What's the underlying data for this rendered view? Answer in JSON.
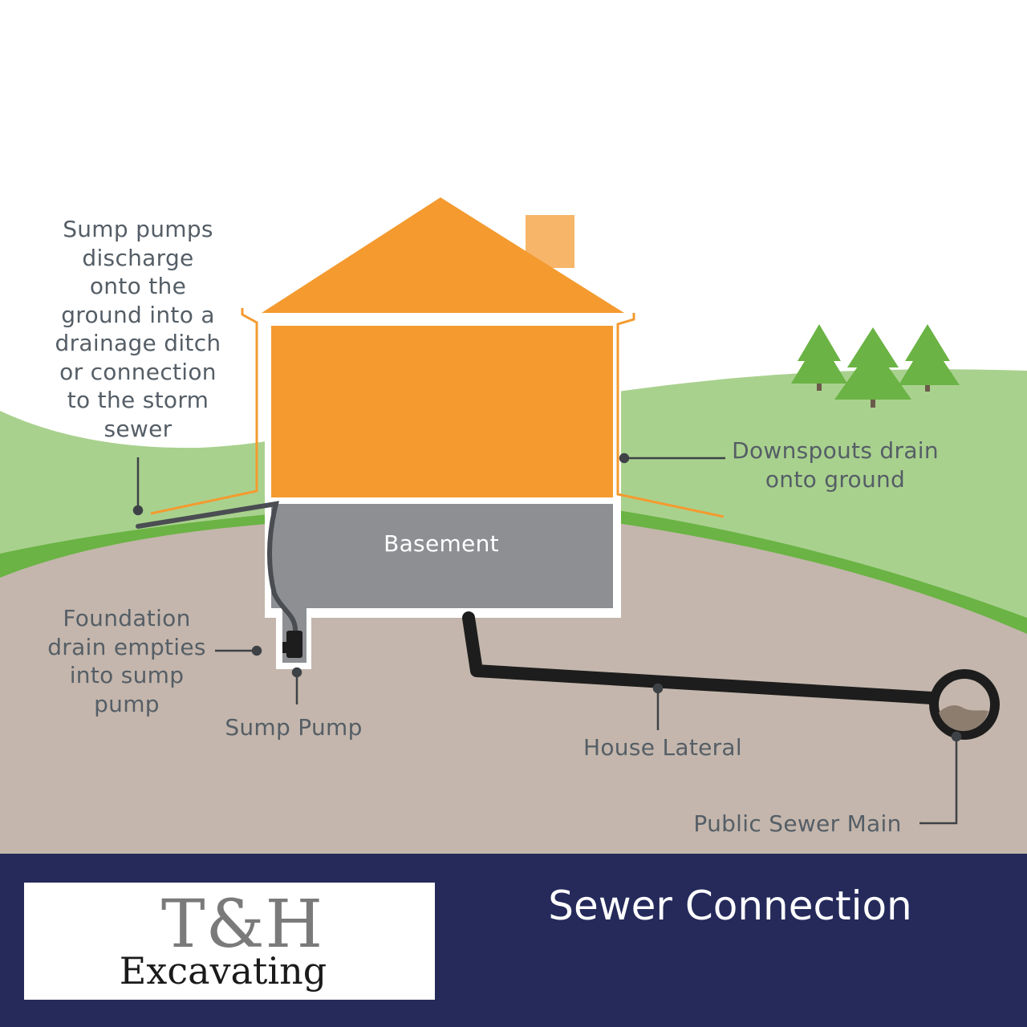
{
  "labels": {
    "sump_discharge": [
      "Sump pumps",
      "discharge",
      "onto the",
      "ground into a",
      "drainage ditch",
      "or  connection",
      "to the storm",
      "sewer"
    ],
    "downspouts": [
      "Downspouts drain",
      "onto ground"
    ],
    "basement": "Basement",
    "foundation_drain": [
      "Foundation",
      "drain empties",
      "into sump",
      "pump"
    ],
    "sump_pump": "Sump Pump",
    "house_lateral": "House Lateral",
    "public_sewer_main": "Public Sewer Main"
  },
  "footer": {
    "logo_line1": "T&H",
    "logo_line2": "Excavating",
    "title": "Sewer Connection"
  },
  "colors": {
    "house": "#f49a2f",
    "chimney": "#f7b56a",
    "basement": "#8d8f93",
    "soil": "#c4b6ac",
    "grass_light": "#a9d18e",
    "grass_dark": "#6ab344",
    "pipe": "#1d1d1d",
    "footer_bg": "#252a5b",
    "label_text": "#555e66"
  },
  "icons": [
    "tree-icon",
    "tree-icon",
    "tree-icon"
  ]
}
